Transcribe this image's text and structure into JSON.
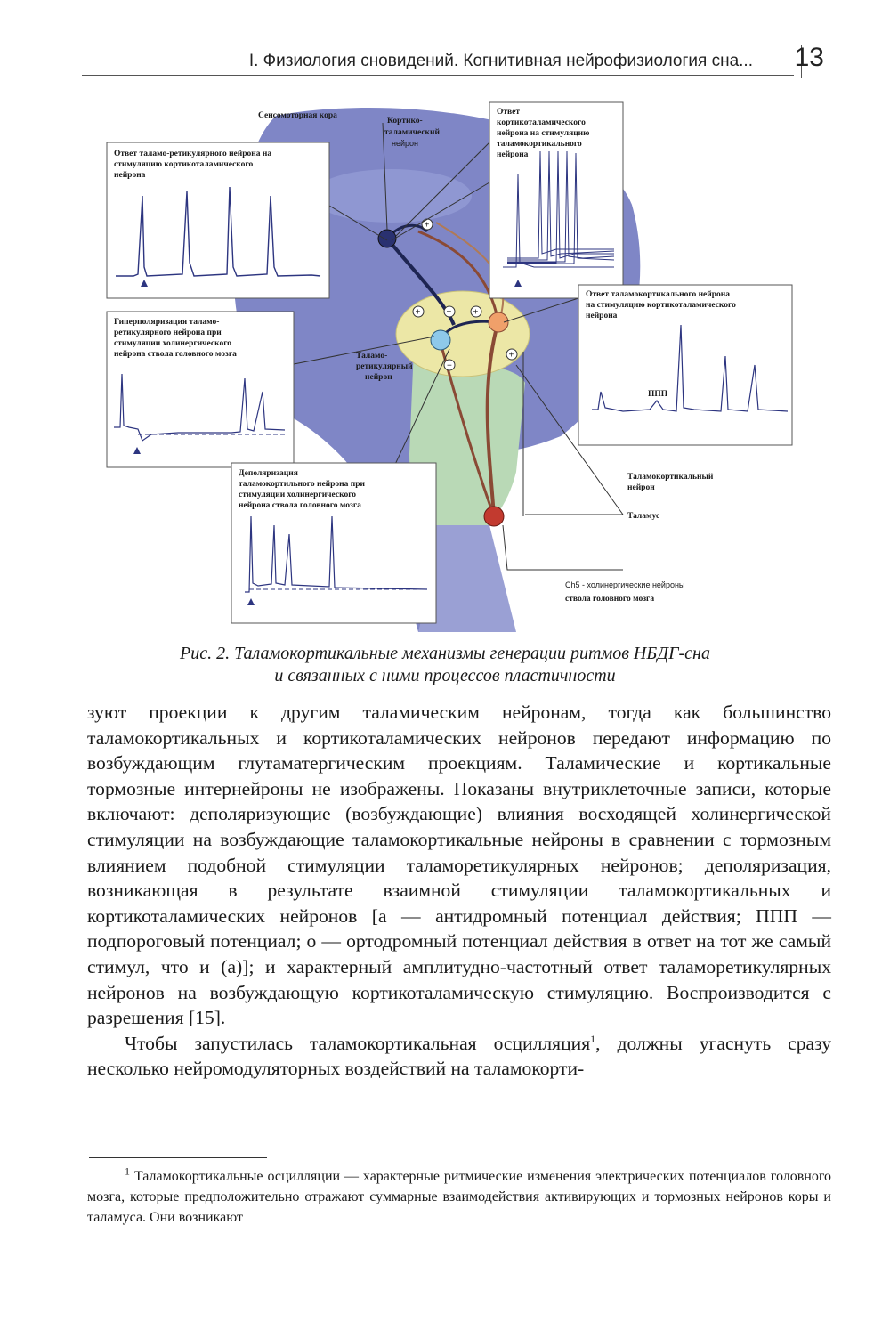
{
  "header": {
    "title": "I. Физиология сновидений. Когнитивная нейрофизиология сна...",
    "page_number": "13"
  },
  "figure": {
    "labels": {
      "sensorimotor": "Сенсомоторная кора",
      "cortico_1": "Кортико-",
      "cortico_2": "таламический",
      "cortico_3": "нейрон",
      "resp_ct_1": "Ответ",
      "resp_ct_2": "кортикоталамического",
      "resp_ct_3": "нейрона на стимуляцию",
      "resp_ct_4": "таламокортикального",
      "resp_ct_5": "нейрона",
      "resp_tr_1": "Ответ таламо-ретикулярного нейрона на",
      "resp_tr_2": "стимуляцию кортикоталамического",
      "resp_tr_3": "нейрона",
      "hyper_1": "Гиперполяризация таламо-",
      "hyper_2": "ретикулярного нейрона при",
      "hyper_3": "стимуляции холинергического",
      "hyper_4": "нейрона ствола головного мозга",
      "resp_tc_1": "Ответ таламокортикального нейрона",
      "resp_tc_2": "на стимуляцию кортикоталамического",
      "resp_tc_3": "нейрона",
      "ppp": "ППП",
      "thal_ret_1": "Таламо-",
      "thal_ret_2": "ретикулярный",
      "thal_ret_3": "нейрон",
      "depol_1": "Деполяризация",
      "depol_2": "таламокортильного нейрона при",
      "depol_3": "стимуляции холинергического",
      "depol_4": "нейрона ствола головного мозга",
      "tc_neuron_1": "Таламокортикальный",
      "tc_neuron_2": "нейрон",
      "thalamus": "Таламус",
      "ch5_1": "Ch5 - холинергические нейроны",
      "ch5_2": "ствола головного мозга"
    },
    "colors": {
      "cortex": "#7f86c6",
      "thalamus": "#ece7a6",
      "brainstem": "#b9d9b6",
      "pons": "#9aa0d4",
      "axon_dark": "#1e2552",
      "axon_brown": "#8a4a35",
      "neuron_blue": "#8ec9ea",
      "neuron_orange": "#f0a06a",
      "neuron_red": "#c23a2f"
    }
  },
  "caption": {
    "line1": "Рис. 2. Таламокортикальные механизмы генерации ритмов НБДГ-сна",
    "line2": "и связанных с ними процессов пластичности"
  },
  "body": {
    "p1": "зуют проекции к другим таламическим нейронам, тогда как большинство таламокортикальных и кортикоталамических нейронов передают информацию по возбуждающим глутаматергическим проекциям. Таламические и кортикальные тормозные интернейроны не изображены. Показаны внутриклеточные записи, которые включают: деполяризующие (возбуждающие) влияния восходящей холинергической стимуляции на возбуждающие таламокортикальные нейроны в сравнении с тормозным влиянием подобной стимуляции таламоретикулярных нейронов; деполяризация, возникающая в результате взаимной стимуляции таламокортикальных и кортикоталамических нейронов [а — антидромный потенциал действия; ППП — подпороговый потенциал; о — ортодромный потенциал действия в ответ на тот же самый стимул, что и (а)]; и характерный амплитудно-частотный ответ таламоретикулярных нейронов на возбуждающую кортикоталамическую стимуляцию. Воспроизводится с разрешения [15].",
    "p2_before": "Чтобы запустилась таламокортикальная осцилляция",
    "p2_sup": "1",
    "p2_after": ", должны угаснуть сразу несколько нейромодуляторных воздействий на таламокорти-"
  },
  "footnote": {
    "marker": "1",
    "text": "Таламокортикальные осцилляции — характерные ритмические изменения электрических потенциалов головного мозга, которые предположительно отражают суммарные взаимодействия активирующих и тормозных нейронов коры и таламуса. Они возникают"
  }
}
